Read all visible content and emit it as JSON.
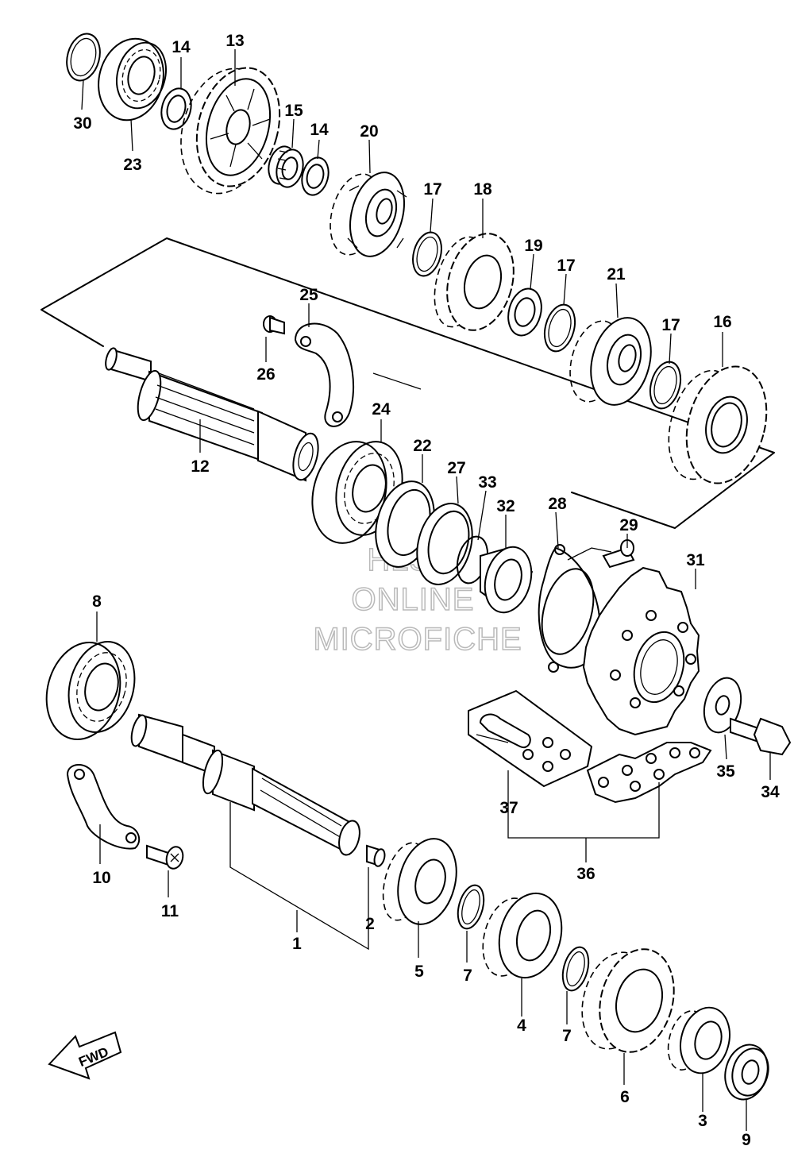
{
  "callouts": {
    "p1": "1",
    "p2": "2",
    "p3": "3",
    "p4": "4",
    "p5": "5",
    "p6": "6",
    "p7a": "7",
    "p7b": "7",
    "p8": "8",
    "p9": "9",
    "p10": "10",
    "p11": "11",
    "p12": "12",
    "p13": "13",
    "p14a": "14",
    "p14b": "14",
    "p15": "15",
    "p16": "16",
    "p17a": "17",
    "p17b": "17",
    "p17c": "17",
    "p18": "18",
    "p19": "19",
    "p20": "20",
    "p21": "21",
    "p22": "22",
    "p23": "23",
    "p24": "24",
    "p25": "25",
    "p26": "26",
    "p27": "27",
    "p28": "28",
    "p29": "29",
    "p30": "30",
    "p31": "31",
    "p32": "32",
    "p33": "33",
    "p34": "34",
    "p35": "35",
    "p36": "36",
    "p37": "37"
  },
  "watermark": {
    "line1": "HLSM",
    "line2": "ONLINE",
    "line3": "MICROFICHE"
  },
  "direction_badge": "FWD"
}
